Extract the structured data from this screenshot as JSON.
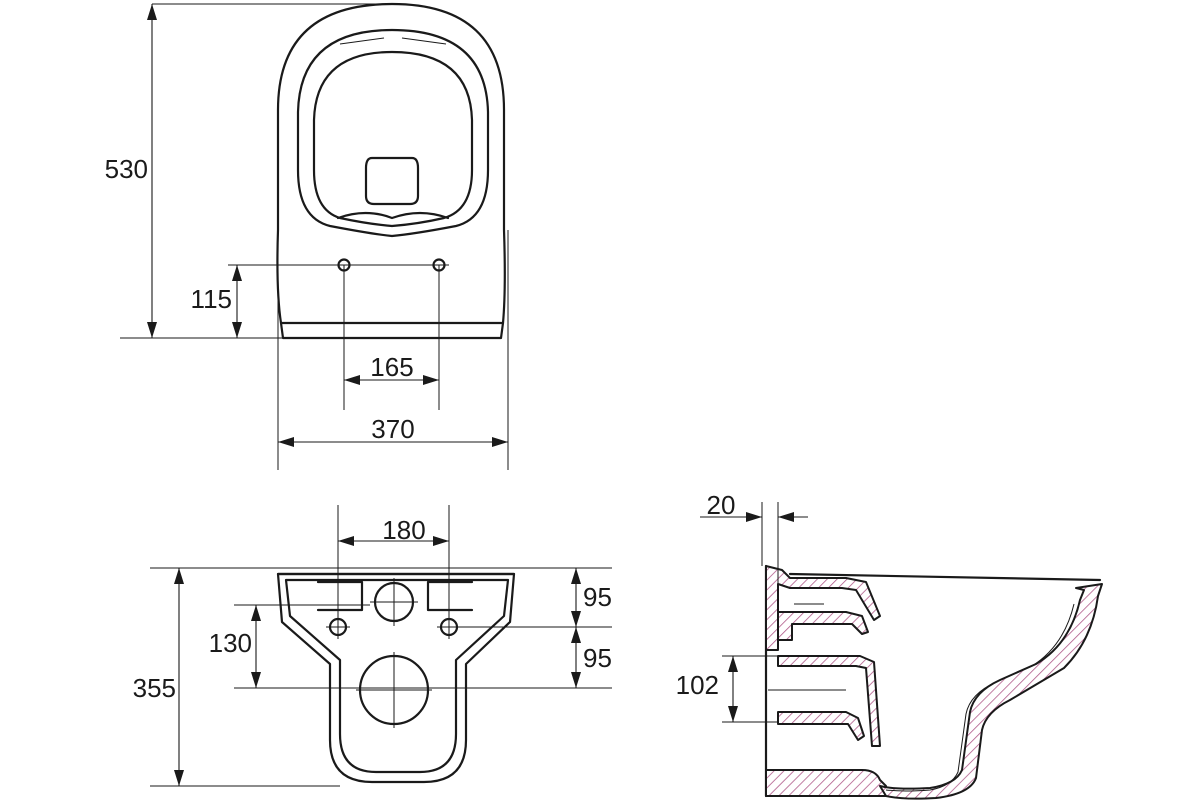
{
  "dimensions": {
    "top_view": {
      "length": "530",
      "fixing_offset": "115",
      "fixing_spacing": "165",
      "width": "370"
    },
    "rear_view": {
      "bolt_spacing": "180",
      "height": "355",
      "inlet_height": "130",
      "upper_offset": "95",
      "lower_offset": "95"
    },
    "side_view": {
      "wall_gap": "20",
      "outlet_height": "102"
    }
  },
  "colors": {
    "line": "#1a1a1a",
    "section_hatch": "#b05a8a",
    "background": "#ffffff"
  }
}
